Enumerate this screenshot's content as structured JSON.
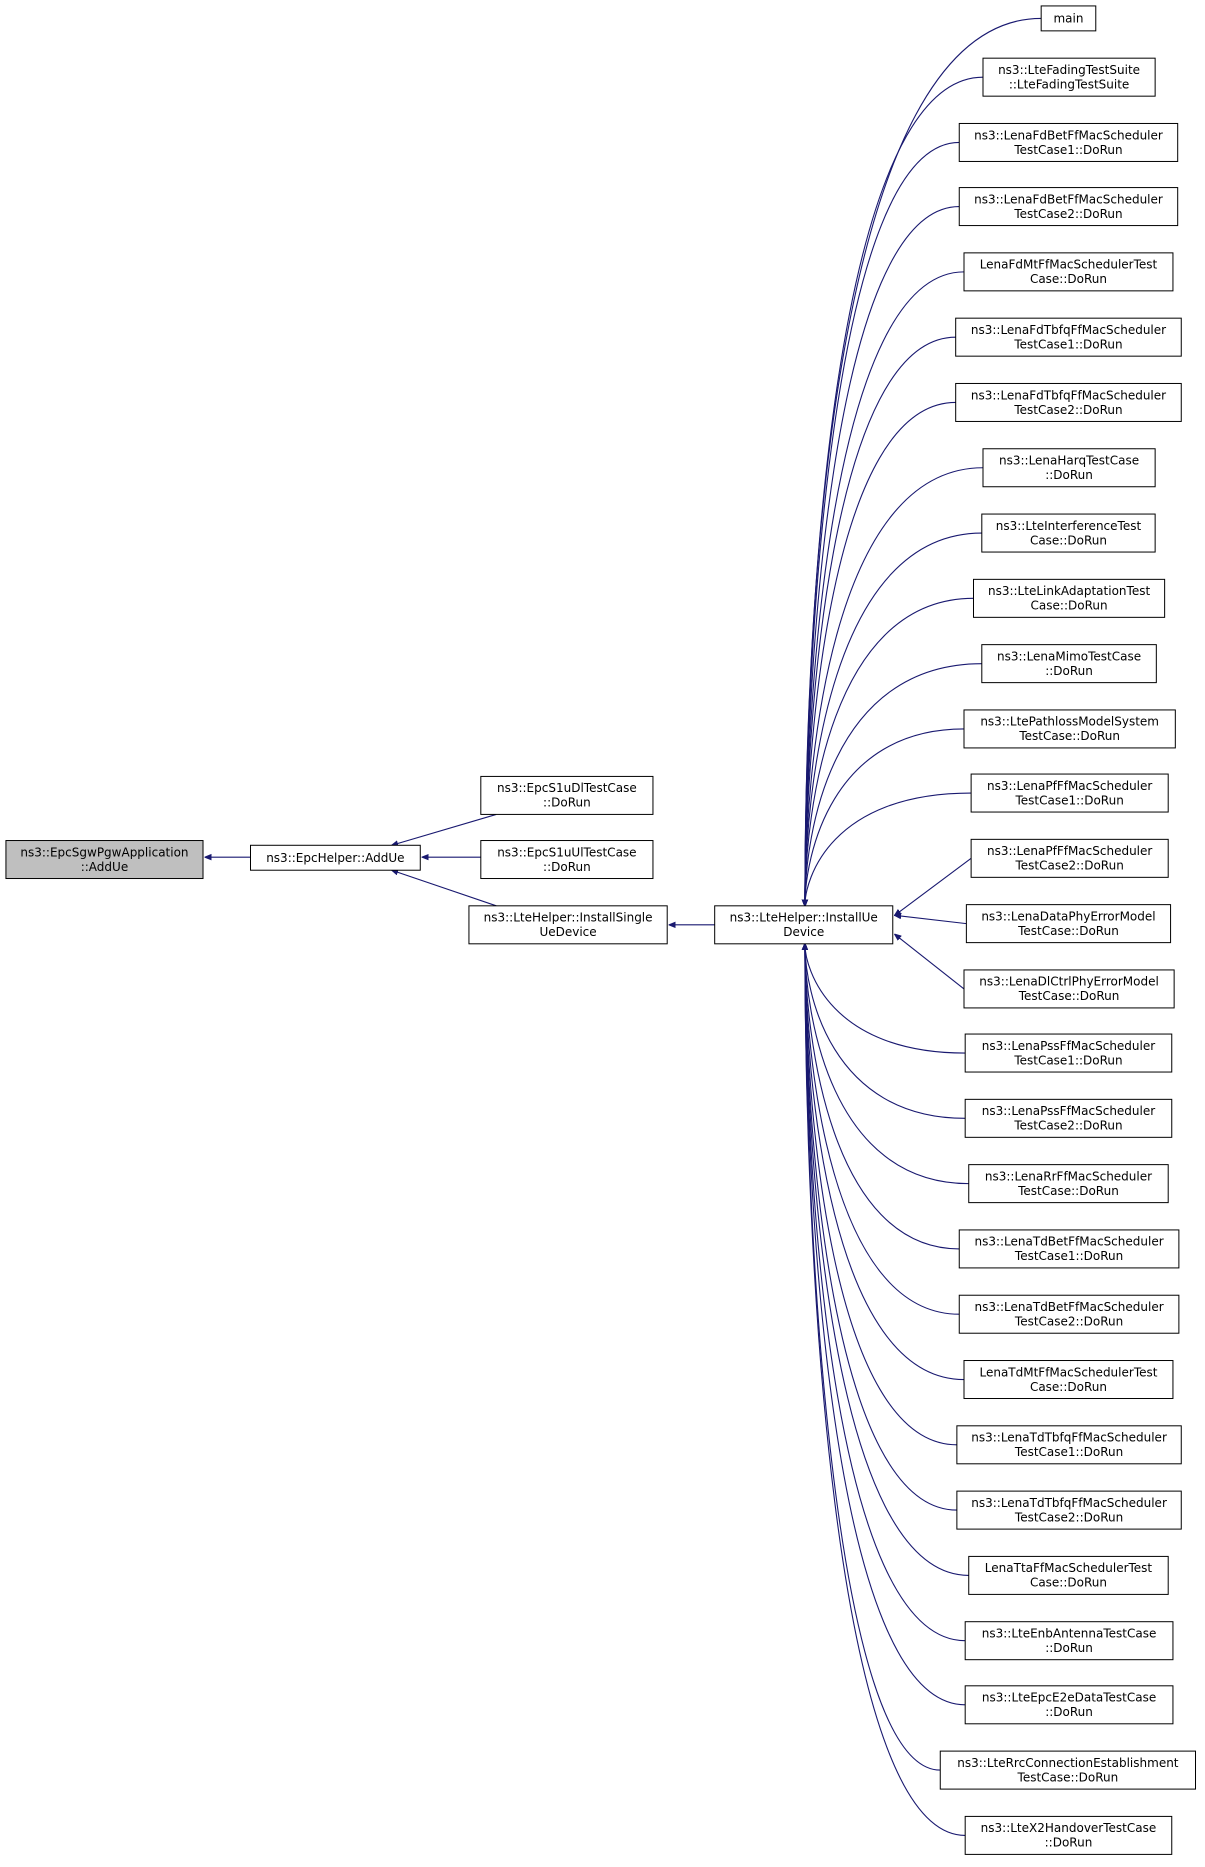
{
  "diagram": {
    "type": "doxygen-caller-graph",
    "colors": {
      "edge": "#191970",
      "focus_fill": "#bfbfbf",
      "node_fill": "#ffffff",
      "border": "#000000"
    },
    "nodes": [
      {
        "id": "n0",
        "lines": [
          "ns3::EpcSgwPgwApplication",
          "::AddUe"
        ],
        "focus": true
      },
      {
        "id": "n1",
        "lines": [
          "ns3::EpcHelper::AddUe"
        ]
      },
      {
        "id": "n2",
        "lines": [
          "ns3::EpcS1uDlTestCase",
          "::DoRun"
        ]
      },
      {
        "id": "n3",
        "lines": [
          "ns3::EpcS1uUlTestCase",
          "::DoRun"
        ]
      },
      {
        "id": "n4",
        "lines": [
          "ns3::LteHelper::InstallSingle",
          "UeDevice"
        ]
      },
      {
        "id": "n5",
        "lines": [
          "ns3::LteHelper::InstallUe",
          "Device"
        ]
      },
      {
        "id": "c0",
        "lines": [
          "main"
        ]
      },
      {
        "id": "c1",
        "lines": [
          "ns3::LteFadingTestSuite",
          "::LteFadingTestSuite"
        ]
      },
      {
        "id": "c2",
        "lines": [
          "ns3::LenaFdBetFfMacScheduler",
          "TestCase1::DoRun"
        ]
      },
      {
        "id": "c3",
        "lines": [
          "ns3::LenaFdBetFfMacScheduler",
          "TestCase2::DoRun"
        ]
      },
      {
        "id": "c4",
        "lines": [
          "LenaFdMtFfMacSchedulerTest",
          "Case::DoRun"
        ]
      },
      {
        "id": "c5",
        "lines": [
          "ns3::LenaFdTbfqFfMacScheduler",
          "TestCase1::DoRun"
        ]
      },
      {
        "id": "c6",
        "lines": [
          "ns3::LenaFdTbfqFfMacScheduler",
          "TestCase2::DoRun"
        ]
      },
      {
        "id": "c7",
        "lines": [
          "ns3::LenaHarqTestCase",
          "::DoRun"
        ]
      },
      {
        "id": "c8",
        "lines": [
          "ns3::LteInterferenceTest",
          "Case::DoRun"
        ]
      },
      {
        "id": "c9",
        "lines": [
          "ns3::LteLinkAdaptationTest",
          "Case::DoRun"
        ]
      },
      {
        "id": "c10",
        "lines": [
          "ns3::LenaMimoTestCase",
          "::DoRun"
        ]
      },
      {
        "id": "c11",
        "lines": [
          "ns3::LtePathlossModelSystem",
          "TestCase::DoRun"
        ]
      },
      {
        "id": "c12",
        "lines": [
          "ns3::LenaPfFfMacScheduler",
          "TestCase1::DoRun"
        ]
      },
      {
        "id": "c13",
        "lines": [
          "ns3::LenaPfFfMacScheduler",
          "TestCase2::DoRun"
        ]
      },
      {
        "id": "c14",
        "lines": [
          "ns3::LenaDataPhyErrorModel",
          "TestCase::DoRun"
        ]
      },
      {
        "id": "c15",
        "lines": [
          "ns3::LenaDlCtrlPhyErrorModel",
          "TestCase::DoRun"
        ]
      },
      {
        "id": "c16",
        "lines": [
          "ns3::LenaPssFfMacScheduler",
          "TestCase1::DoRun"
        ]
      },
      {
        "id": "c17",
        "lines": [
          "ns3::LenaPssFfMacScheduler",
          "TestCase2::DoRun"
        ]
      },
      {
        "id": "c18",
        "lines": [
          "ns3::LenaRrFfMacScheduler",
          "TestCase::DoRun"
        ]
      },
      {
        "id": "c19",
        "lines": [
          "ns3::LenaTdBetFfMacScheduler",
          "TestCase1::DoRun"
        ]
      },
      {
        "id": "c20",
        "lines": [
          "ns3::LenaTdBetFfMacScheduler",
          "TestCase2::DoRun"
        ]
      },
      {
        "id": "c21",
        "lines": [
          "LenaTdMtFfMacSchedulerTest",
          "Case::DoRun"
        ]
      },
      {
        "id": "c22",
        "lines": [
          "ns3::LenaTdTbfqFfMacScheduler",
          "TestCase1::DoRun"
        ]
      },
      {
        "id": "c23",
        "lines": [
          "ns3::LenaTdTbfqFfMacScheduler",
          "TestCase2::DoRun"
        ]
      },
      {
        "id": "c24",
        "lines": [
          "LenaTtaFfMacSchedulerTest",
          "Case::DoRun"
        ]
      },
      {
        "id": "c25",
        "lines": [
          "ns3::LteEnbAntennaTestCase",
          "::DoRun"
        ]
      },
      {
        "id": "c26",
        "lines": [
          "ns3::LteEpcE2eDataTestCase",
          "::DoRun"
        ]
      },
      {
        "id": "c27",
        "lines": [
          "ns3::LteRrcConnectionEstablishment",
          "TestCase::DoRun"
        ]
      },
      {
        "id": "c28",
        "lines": [
          "ns3::LteX2HandoverTestCase",
          "::DoRun"
        ]
      }
    ],
    "edges": [
      {
        "from": "n1",
        "to": "n0"
      },
      {
        "from": "n2",
        "to": "n1"
      },
      {
        "from": "n3",
        "to": "n1"
      },
      {
        "from": "n4",
        "to": "n1"
      },
      {
        "from": "n5",
        "to": "n4"
      },
      {
        "from": "c0",
        "to": "n5"
      },
      {
        "from": "c1",
        "to": "n5"
      },
      {
        "from": "c2",
        "to": "n5"
      },
      {
        "from": "c3",
        "to": "n5"
      },
      {
        "from": "c4",
        "to": "n5"
      },
      {
        "from": "c5",
        "to": "n5"
      },
      {
        "from": "c6",
        "to": "n5"
      },
      {
        "from": "c7",
        "to": "n5"
      },
      {
        "from": "c8",
        "to": "n5"
      },
      {
        "from": "c9",
        "to": "n5"
      },
      {
        "from": "c10",
        "to": "n5"
      },
      {
        "from": "c11",
        "to": "n5"
      },
      {
        "from": "c12",
        "to": "n5"
      },
      {
        "from": "c13",
        "to": "n5"
      },
      {
        "from": "c14",
        "to": "n5"
      },
      {
        "from": "c15",
        "to": "n5"
      },
      {
        "from": "c16",
        "to": "n5"
      },
      {
        "from": "c17",
        "to": "n5"
      },
      {
        "from": "c18",
        "to": "n5"
      },
      {
        "from": "c19",
        "to": "n5"
      },
      {
        "from": "c20",
        "to": "n5"
      },
      {
        "from": "c21",
        "to": "n5"
      },
      {
        "from": "c22",
        "to": "n5"
      },
      {
        "from": "c23",
        "to": "n5"
      },
      {
        "from": "c24",
        "to": "n5"
      },
      {
        "from": "c25",
        "to": "n5"
      },
      {
        "from": "c26",
        "to": "n5"
      },
      {
        "from": "c27",
        "to": "n5"
      },
      {
        "from": "c28",
        "to": "n5"
      }
    ]
  }
}
